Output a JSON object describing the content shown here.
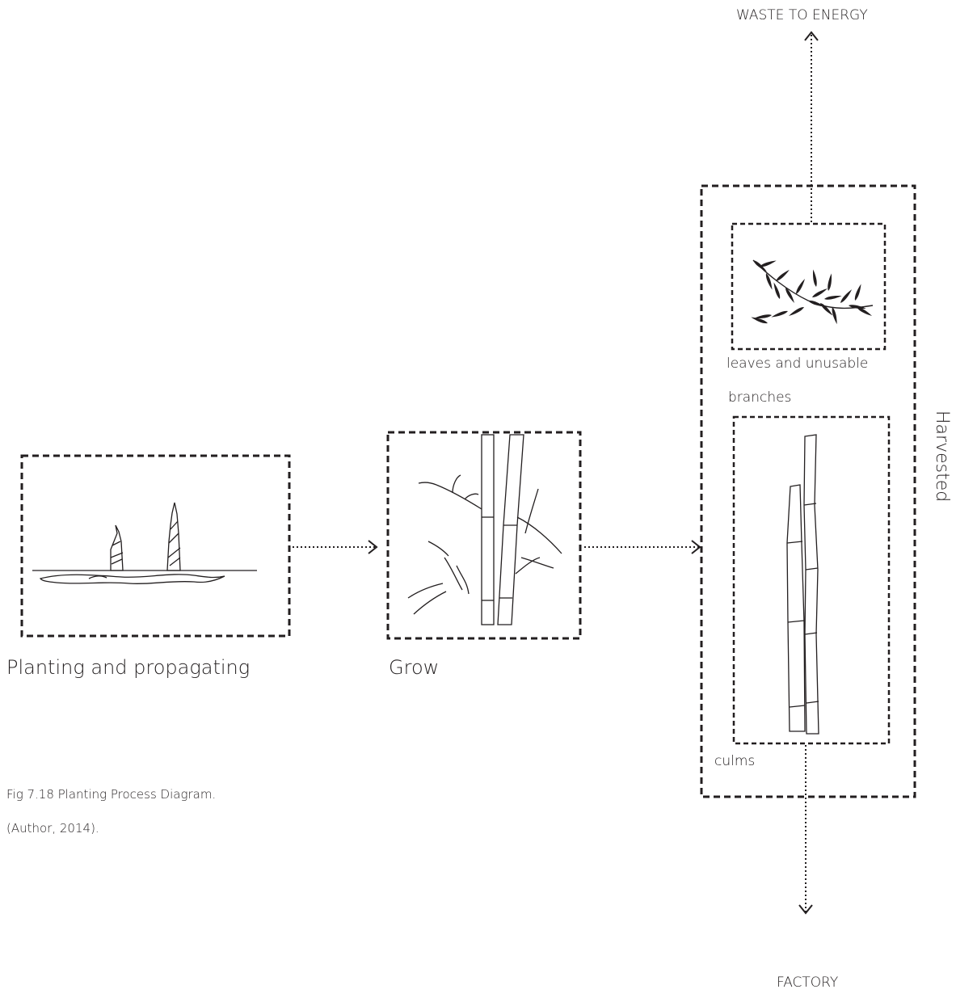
{
  "diagram": {
    "steps": [
      {
        "label": "Planting and propagating",
        "icon": "bamboo-shoots-icon"
      },
      {
        "label": "Grow",
        "icon": "bamboo-plant-icon"
      }
    ],
    "harvest": {
      "label": "Harvested",
      "parts": [
        {
          "label_line1": "leaves and unusable",
          "label_line2": "branches",
          "icon": "bamboo-leaves-icon"
        },
        {
          "label": "culms",
          "icon": "bamboo-culms-icon"
        }
      ]
    },
    "outputs": {
      "top": "WASTE TO ENERGY",
      "bottom": "FACTORY"
    }
  },
  "caption": {
    "line1": "Fig 7.18 Planting Process Diagram.",
    "line2": "(Author, 2014)."
  },
  "colors": {
    "ink": "#231f20",
    "background": "#ffffff"
  }
}
